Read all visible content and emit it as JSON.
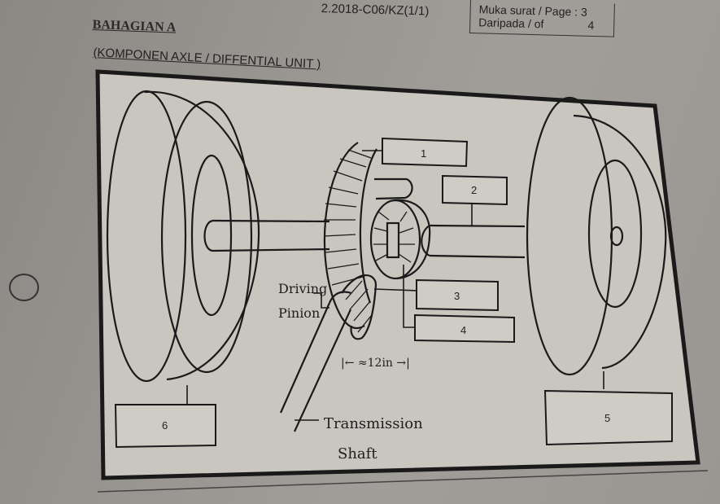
{
  "header": {
    "document_code": "2.2018-C06/KZ(1/1)",
    "page_label": "Muka surat / Page :",
    "page_number": "3",
    "of_label": "Daripada / of",
    "total_pages": "4"
  },
  "section": {
    "title": "BAHAGIAN A",
    "subtitle": "(KOMPONEN AXLE / DIFFENTIAL UNIT )"
  },
  "diagram": {
    "label_boxes": [
      {
        "id": "1",
        "text": "1"
      },
      {
        "id": "2",
        "text": "2"
      },
      {
        "id": "3",
        "text": "3"
      },
      {
        "id": "4",
        "text": "4"
      },
      {
        "id": "5",
        "text": "5"
      },
      {
        "id": "6",
        "text": "6"
      }
    ],
    "annotations": {
      "driving_pinion_line1": "Driving",
      "driving_pinion_line2": "Pinion",
      "dimension": "|← ≈12in →|",
      "transmission_line1": "Transmission",
      "transmission_line2": "Shaft"
    }
  }
}
